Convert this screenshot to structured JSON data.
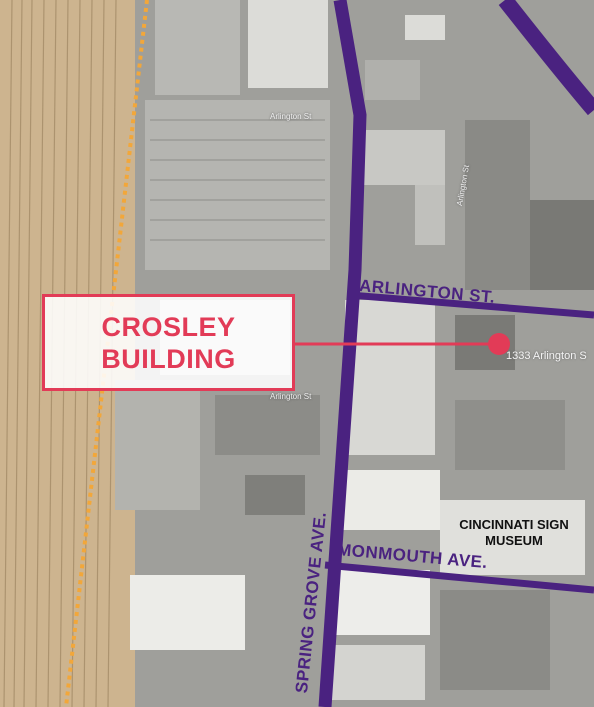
{
  "callout": {
    "line1": "CROSLEY",
    "line2": "BUILDING"
  },
  "streets": {
    "arlington": "ARLINGTON ST.",
    "monmouth": "MONMOUTH AVE.",
    "spring_grove": "SPRING GROVE AVE."
  },
  "landmark": {
    "line1": "CINCINNATI SIGN",
    "line2": "MUSEUM"
  },
  "address_label": "1333 Arlington S",
  "small_labels": {
    "top": "Arlington St",
    "mid": "Arlington St",
    "low": "Arlington St"
  },
  "colors": {
    "road": "#4a2280",
    "accent": "#e23b57",
    "rail_tint": "#e8c08a"
  }
}
